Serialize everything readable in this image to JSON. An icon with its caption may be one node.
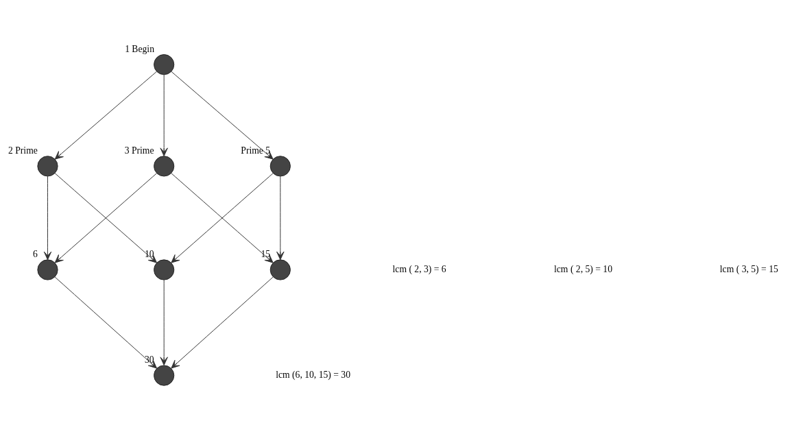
{
  "diagram": {
    "nodes": [
      {
        "text": [],
        "shape": "circle",
        "beside": [
          "1",
          "Begin"
        ]
      },
      {
        "text": [],
        "shape": "circle",
        "beside": [
          "2",
          "Prime"
        ]
      },
      {
        "text": [],
        "shape": "circle",
        "beside": [
          "3",
          "Prime"
        ]
      },
      {
        "text": [],
        "shape": "circle",
        "beside": [
          "6"
        ]
      },
      {
        "text": [],
        "shape": "circle",
        "beside": [
          "Prime",
          "5"
        ]
      },
      {
        "text": [],
        "shape": "circle",
        "beside": [
          "10"
        ]
      },
      {
        "text": [],
        "shape": "circle",
        "beside": [
          "15"
        ]
      },
      {
        "text": [],
        "shape": "circle",
        "beside": [
          "30"
        ]
      }
    ],
    "edges": [
      {
        "from": 0,
        "to": 1,
        "arrow": "to"
      },
      {
        "from": 0,
        "to": 2,
        "arrow": "to"
      },
      {
        "from": 0,
        "to": 4,
        "arrow": "to"
      },
      {
        "from": 1,
        "to": 3,
        "arrow": "to"
      },
      {
        "from": 1,
        "to": 5,
        "arrow": "to"
      },
      {
        "from": 2,
        "to": 3,
        "arrow": "to"
      },
      {
        "from": 2,
        "to": 6,
        "arrow": "to"
      },
      {
        "from": 4,
        "to": 5,
        "arrow": "to"
      },
      {
        "from": 4,
        "to": 6,
        "arrow": "to"
      },
      {
        "from": 3,
        "to": 7,
        "arrow": "to"
      },
      {
        "from": 5,
        "to": 7,
        "arrow": "to"
      },
      {
        "from": 6,
        "to": 7,
        "arrow": "to"
      }
    ],
    "labels": [
      "lcm ( 2, 3) = 6",
      "lcm ( 2, 5) = 10",
      "lcm (6, 10, 15) = 30",
      "lcm ( 3, 5) = 15"
    ]
  }
}
